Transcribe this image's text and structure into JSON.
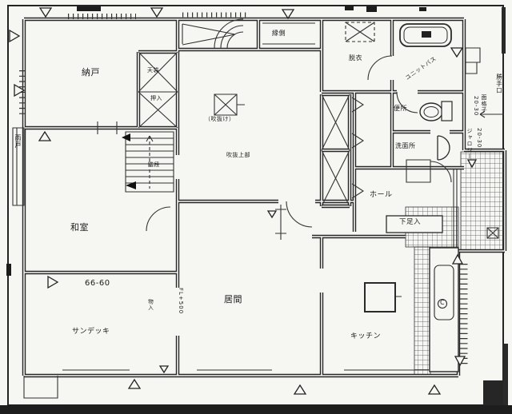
{
  "labels": {
    "storage_room": "納戸",
    "upper_closet": "天袋",
    "closet": "押入",
    "japanese_room": "和室",
    "stairs": "階段",
    "sun_deck": "サンデッキ",
    "dim_note": "66-60",
    "floor_level": "FL+500",
    "storage_small": "物入",
    "living_room": "居間",
    "void_upper": "吹抜上部",
    "void_paren": "（吹抜け）",
    "veranda": "縁側",
    "dressing": "脱衣",
    "unit_bath": "ユニットバス",
    "toilet": "便所",
    "washroom": "洗面所",
    "hall": "ホール",
    "shoe_cabinet": "下足入",
    "kitchen": "キッチン",
    "sink_mark": "C",
    "shutter": "雨戸",
    "back_door": "勝手口",
    "win_2030_a": "20-30",
    "lattice": "面格子",
    "jalousie": "ジャロジー",
    "win_2030_b": "20-30"
  }
}
